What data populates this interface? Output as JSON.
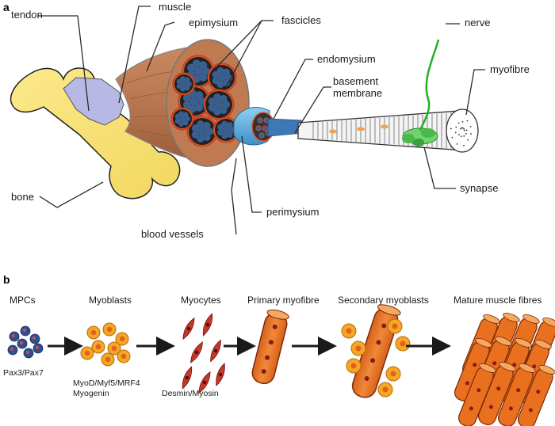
{
  "panel_a": {
    "letter": "a",
    "labels": {
      "tendon": "tendon",
      "muscle": "muscle",
      "epimysium": "epimysium",
      "fascicles": "fascicles",
      "endomysium": "endomysium",
      "basement_line1": "basement",
      "basement_line2": "membrane",
      "nerve": "nerve",
      "myofibre": "myofibre",
      "synapse": "synapse",
      "perimysium": "perimysium",
      "blood_vessels": "blood vessels",
      "bone": "bone"
    }
  },
  "panel_b": {
    "letter": "b",
    "stages": {
      "mpcs": "MPCs",
      "myoblasts": "Myoblasts",
      "myocytes": "Myocytes",
      "primary": "Primary myofibre",
      "secondary": "Secondary myoblasts",
      "mature": "Mature muscle fibres"
    },
    "markers": {
      "mpcs": "Pax3/Pax7",
      "myoblasts_line1": "MyoD/Myf5/MRF4",
      "myoblasts_line2": "Myogenin",
      "myocytes": "Desmin/Myosin"
    }
  },
  "colors": {
    "bone": "#f6e27a",
    "tendon": "#b8b8e6",
    "muscle": "#b8764e",
    "fascicle_rim": "#e0522a",
    "fascicle_fill": "#3a5f8f",
    "perimysium": "#5aa6d8",
    "myofibre_green": "#4cb84c",
    "mpc_blue": "#2e5090",
    "myoblast_orange": "#f5a623",
    "myocyte_red": "#c0392b",
    "fibre_orange": "#e8701e",
    "nucleus": "#8b1a1a"
  }
}
